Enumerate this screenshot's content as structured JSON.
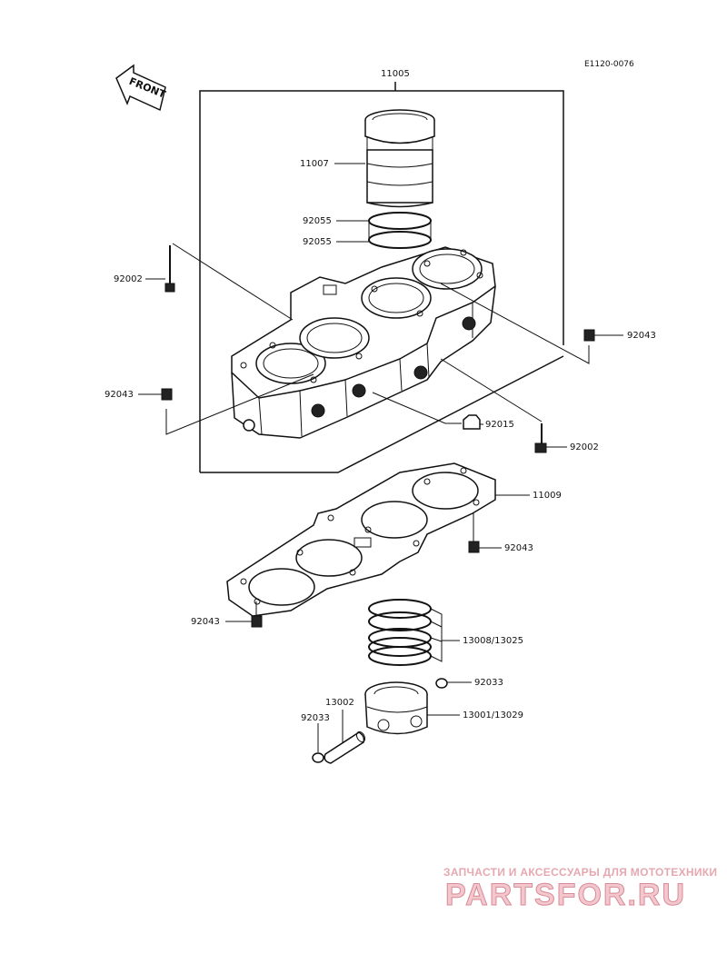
{
  "diagram_code": "E1120-0076",
  "front_label": "FRONT",
  "part_labels": {
    "p11005": "11005",
    "p11007": "11007",
    "p92055a": "92055",
    "p92055b": "92055",
    "p92002a": "92002",
    "p92043a": "92043",
    "p92043b": "92043",
    "p92015": "92015",
    "p92002b": "92002",
    "p11009": "11009",
    "p92043c": "92043",
    "p92043d": "92043",
    "p13008": "13008/13025",
    "p92033a": "92033",
    "p13002": "13002",
    "p92033b": "92033",
    "p13001": "13001/13029"
  },
  "watermark": {
    "tagline": "ЗАПЧАСТИ И АКСЕССУАРЫ ДЛЯ МОТОТЕХНИКИ",
    "logo": "PARTSFOR.RU"
  }
}
